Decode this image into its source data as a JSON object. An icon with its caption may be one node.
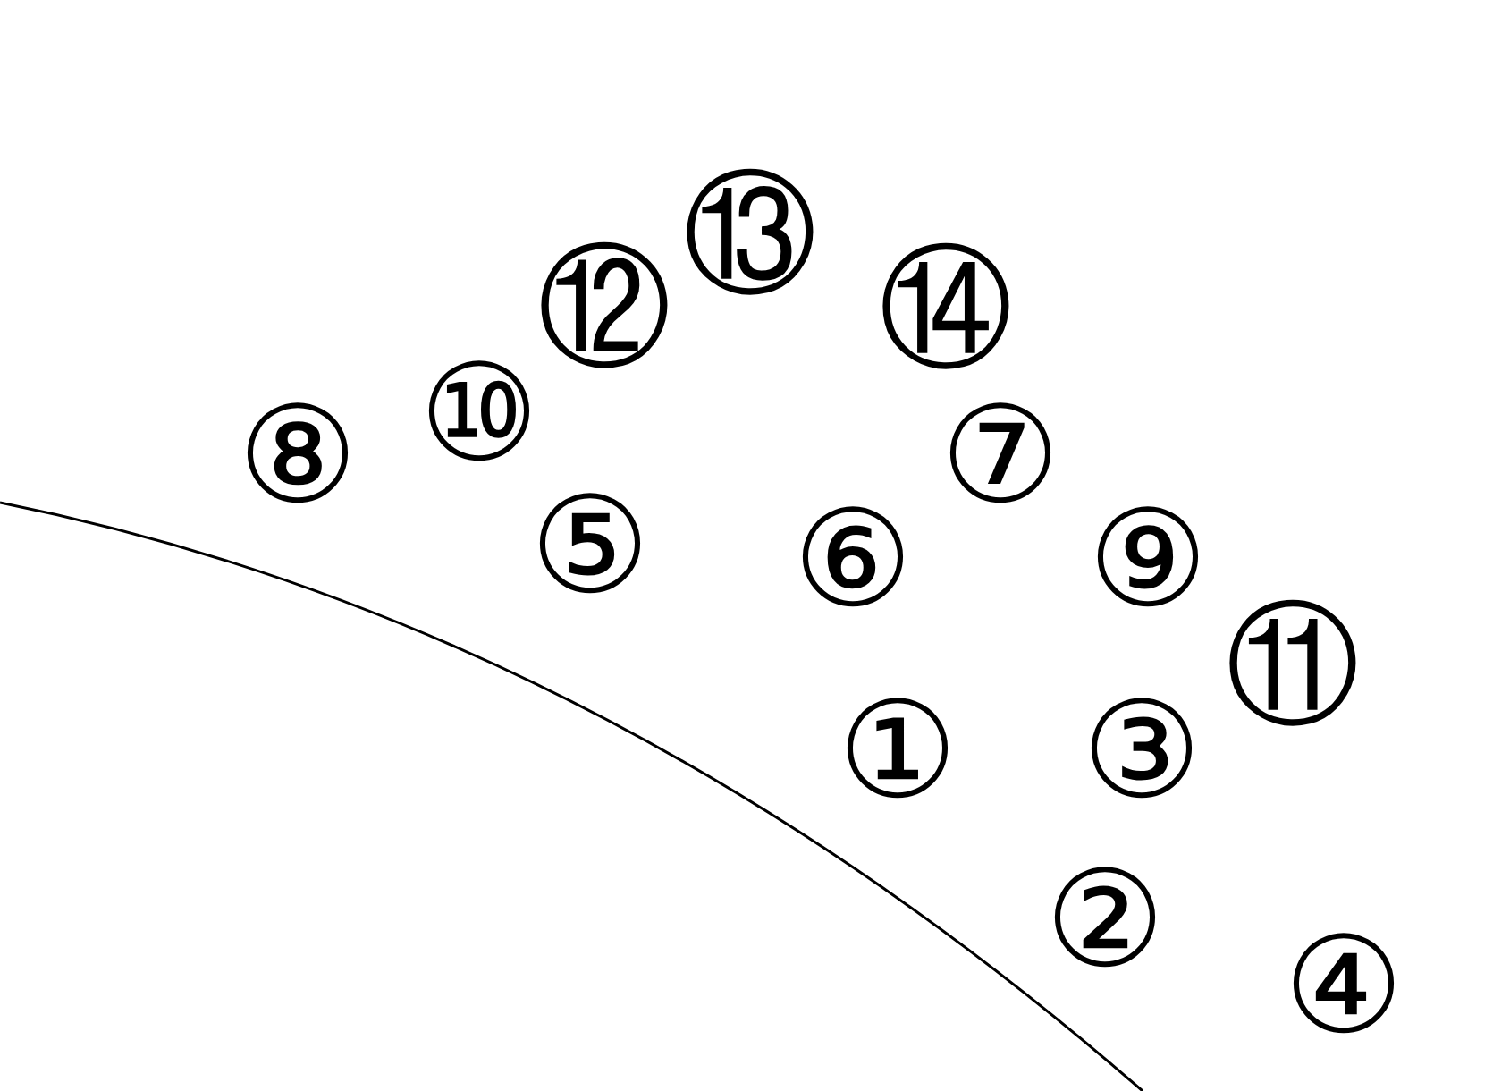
{
  "diagram": {
    "labels": [
      "⑬",
      "⑫",
      "⑭",
      "⑩",
      "⑧",
      "⑦",
      "⑤",
      "⑥",
      "⑨",
      "⑪",
      "①",
      "③",
      "②",
      "④"
    ]
  }
}
